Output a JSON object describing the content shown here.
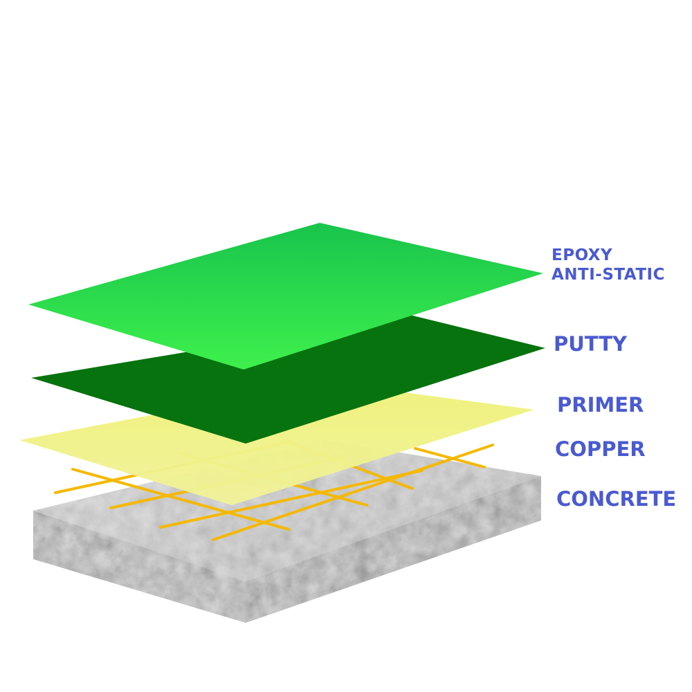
{
  "labels": {
    "epoxy_line1": "EPOXY",
    "epoxy_line2": "ANTI-STATIC",
    "putty": "PUTTY",
    "primer": "PRIMER",
    "copper": "COPPER",
    "concrete": "CONCRETE"
  },
  "colors": {
    "label_text": "#4a5ad1",
    "epoxy_top": "#18c44c",
    "epoxy_bottom": "#3ef04c",
    "putty": "#06730e",
    "primer": "#f0f27e",
    "copper": "#f5b800",
    "concrete_top": "#c9c9c9",
    "concrete_side": "#a9a9a9"
  },
  "icons": {
    "epoxy": "epoxy-layer-sheet",
    "putty": "putty-layer-sheet",
    "primer": "primer-layer-sheet",
    "copper": "copper-grid",
    "concrete": "concrete-slab"
  }
}
